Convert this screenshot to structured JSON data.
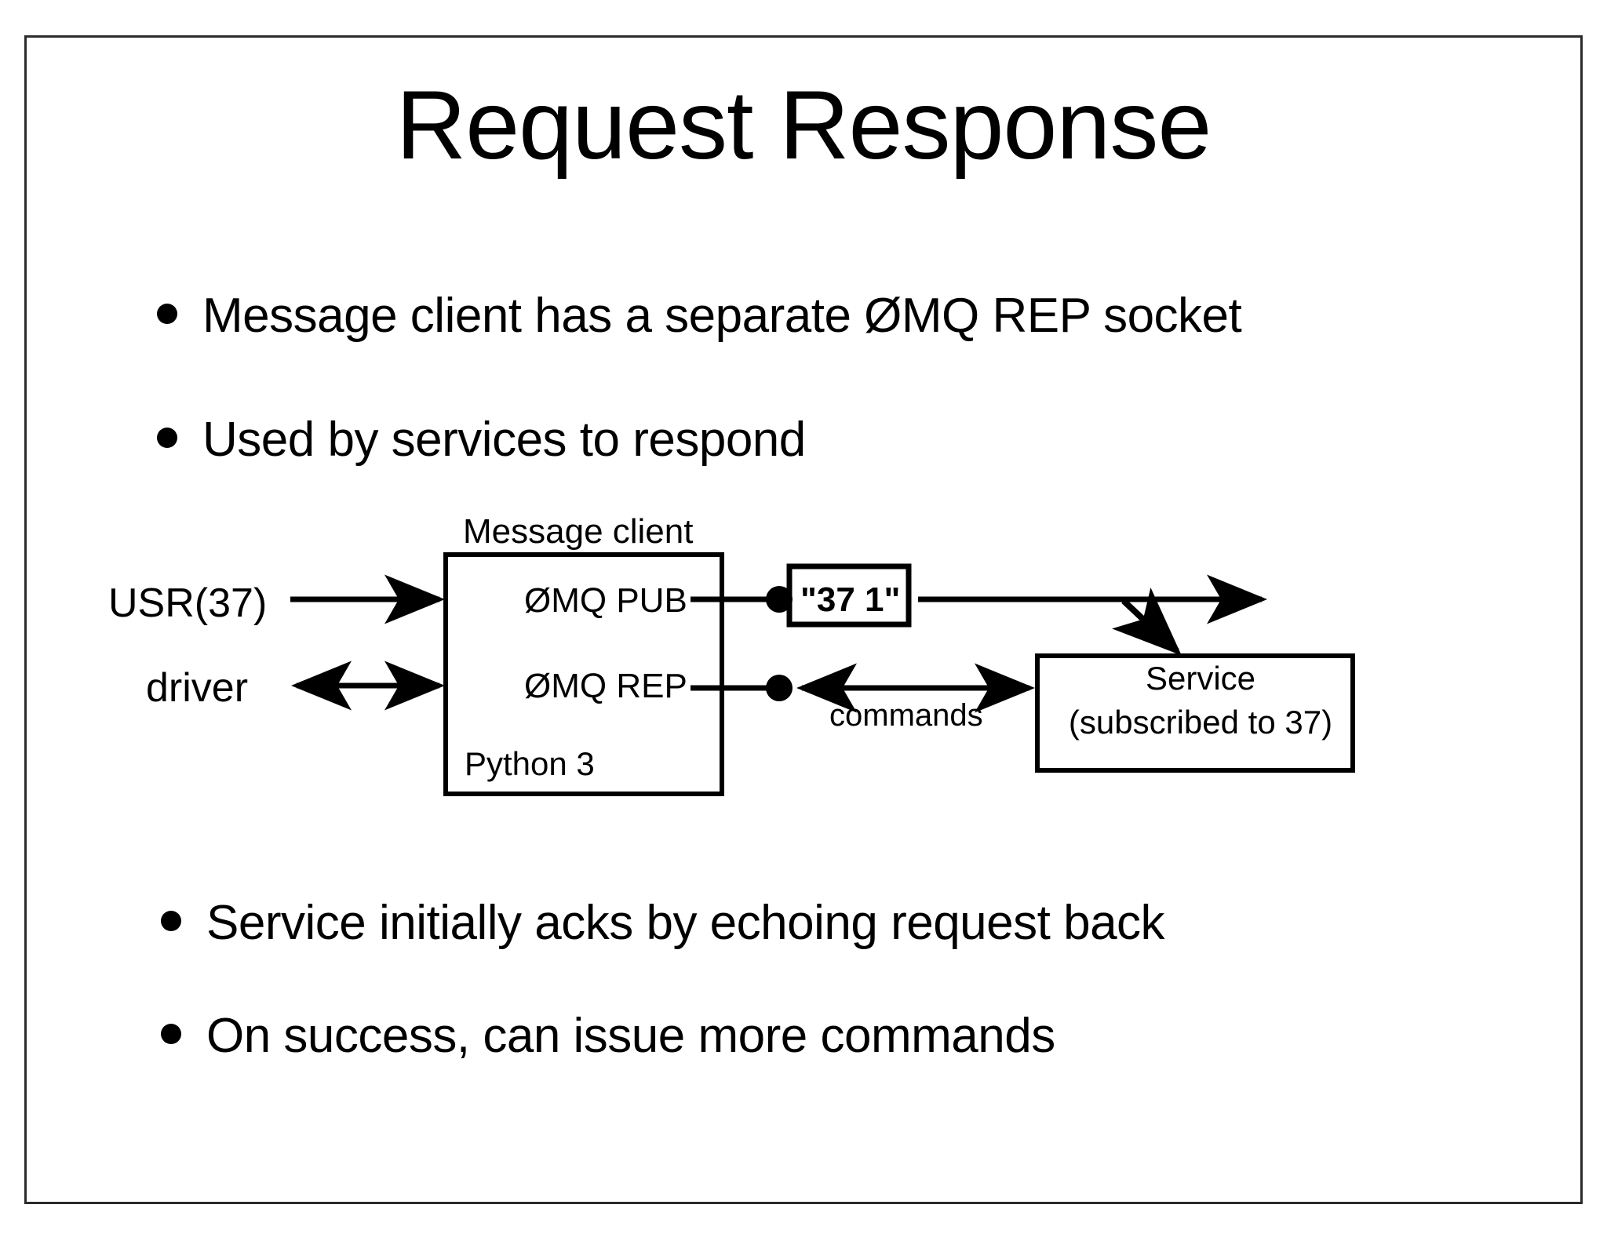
{
  "slide": {
    "title": "Request Response",
    "bullets_top": [
      "Message client has a separate ØMQ REP socket",
      "Used by services to respond"
    ],
    "bullets_bottom": [
      "Service initially acks by echoing request back",
      "On success, can issue more commands"
    ]
  },
  "diagram": {
    "message_client_box": {
      "title": "Message client",
      "runtime": "Python 3",
      "sockets": [
        "ØMQ PUB",
        "ØMQ REP"
      ]
    },
    "inputs": [
      {
        "label": "USR(37)",
        "arrow": "single-right"
      },
      {
        "label": "driver",
        "arrow": "double"
      }
    ],
    "message_box": {
      "text": "\"37 1\""
    },
    "link_label": "commands",
    "service_box": {
      "line1": "Service",
      "line2": "(subscribed to 37)"
    },
    "colors": {
      "stroke": "#000000",
      "frame": "#2b2b2b",
      "background": "#ffffff"
    }
  }
}
